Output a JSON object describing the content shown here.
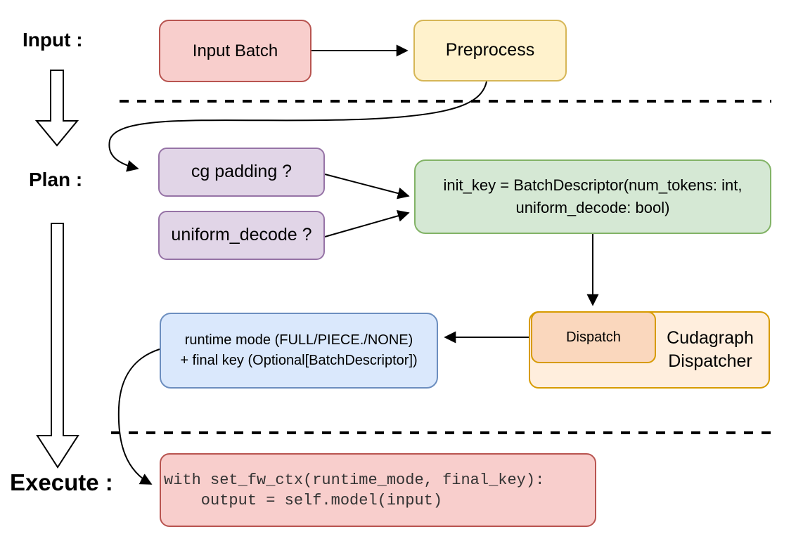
{
  "diagram": {
    "type": "flowchart",
    "background": "#ffffff",
    "stages": {
      "input_label": "Input :",
      "plan_label": "Plan :",
      "execute_label": "Execute :"
    },
    "nodes": {
      "input_batch": {
        "label": "Input Batch",
        "fill": "#f8cecc",
        "stroke": "#b85450"
      },
      "preprocess": {
        "label": "Preprocess",
        "fill": "#fff2cc",
        "stroke": "#d6b656"
      },
      "cg_padding": {
        "label": "cg padding ?",
        "fill": "#e1d5e7",
        "stroke": "#9673a6"
      },
      "uniform_decode": {
        "label": "uniform_decode ?",
        "fill": "#e1d5e7",
        "stroke": "#9673a6"
      },
      "init_key": {
        "line1": "init_key = BatchDescriptor(num_tokens: int,",
        "line2": "uniform_decode: bool)",
        "fill": "#d5e8d4",
        "stroke": "#82b366"
      },
      "dispatch": {
        "label": "Dispatch",
        "fill": "#fad7bd",
        "stroke": "#d79b00"
      },
      "cudagraph_dispatcher": {
        "line1": "Cudagraph",
        "line2": "Dispatcher",
        "fill": "#ffeedd",
        "stroke": "#d79b00"
      },
      "runtime_mode": {
        "line1": "runtime mode (FULL/PIECE./NONE)",
        "line2": "+ final key (Optional[BatchDescriptor])",
        "fill": "#dae8fc",
        "stroke": "#6c8ebf"
      },
      "execute_code": {
        "line1": "with set_fw_ctx(runtime_mode, final_key):",
        "line2": "    output = self.model(input)",
        "fill": "#f8cecc",
        "stroke": "#b85450"
      }
    },
    "edges": [
      "input_batch -> preprocess",
      "preprocess -> cg_padding",
      "cg_padding -> init_key",
      "uniform_decode -> init_key",
      "init_key -> dispatch",
      "dispatch -> runtime_mode",
      "runtime_mode -> execute_code"
    ]
  }
}
